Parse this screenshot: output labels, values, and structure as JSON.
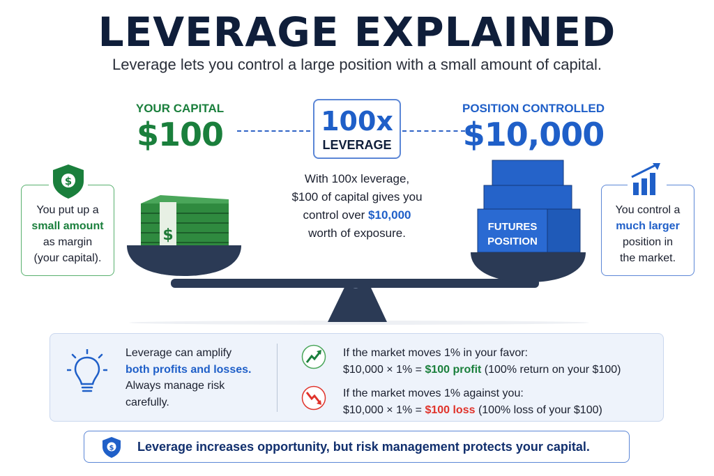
{
  "header": {
    "title": "LEVERAGE EXPLAINED",
    "subtitle": "Leverage lets you control a large position with a small amount of capital."
  },
  "capital": {
    "label": "YOUR CAPITAL",
    "value": "$100"
  },
  "leverage": {
    "value": "100x",
    "label": "LEVERAGE"
  },
  "position": {
    "label": "POSITION CONTROLLED",
    "value": "$10,000",
    "block_label_1": "FUTURES",
    "block_label_2": "POSITION"
  },
  "description": {
    "line1": "With 100x leverage,",
    "line2": "$100 of capital gives you",
    "line3_pre": "control over ",
    "line3_hl": "$10,000",
    "line4": "worth of exposure."
  },
  "left_note": {
    "line1": "You put up a",
    "highlight": "small amount",
    "line3": "as margin",
    "line4": "(your capital)."
  },
  "right_note": {
    "line1": "You control a",
    "highlight": "much larger",
    "line3": "position in",
    "line4": "the market."
  },
  "panel": {
    "tip_line1": "Leverage can amplify",
    "tip_highlight": "both profits and losses.",
    "tip_line3": "Always manage risk",
    "tip_line4": "carefully.",
    "gain_title": "If the market moves 1% in your favor:",
    "gain_calc": "$10,000 × 1% = ",
    "gain_result": "$100 profit",
    "gain_note": " (100% return on your $100)",
    "loss_title": "If the market moves 1% against you:",
    "loss_calc": "$10,000 × 1% = ",
    "loss_result": "$100 loss",
    "loss_note": " (100% loss of your $100)"
  },
  "footer": {
    "text": "Leverage increases opportunity, but risk management protects your capital."
  },
  "colors": {
    "navy": "#0f1e3a",
    "green": "#1a7f3c",
    "blue": "#1f5fc8",
    "red": "#e0332b"
  }
}
